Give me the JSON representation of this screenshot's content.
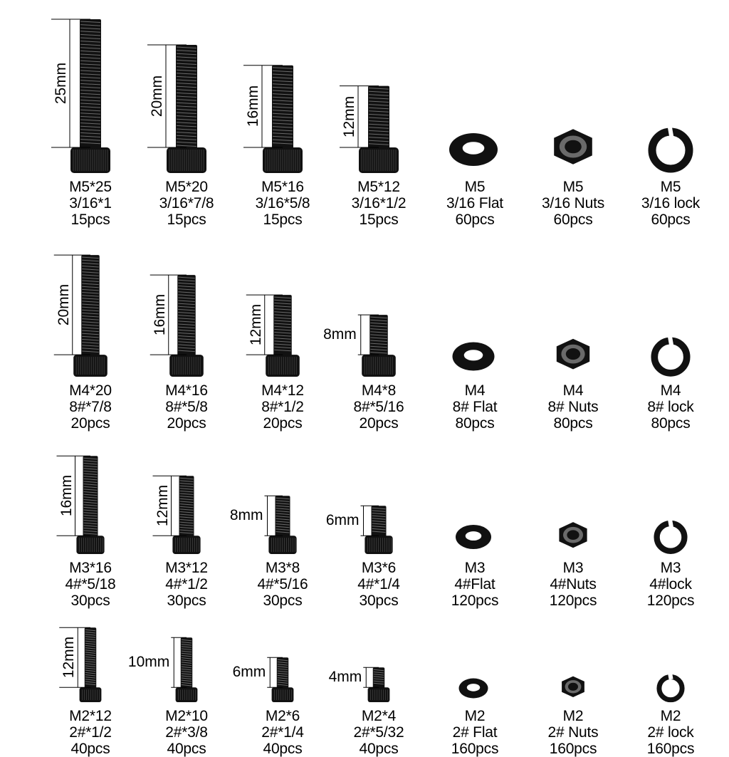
{
  "colors": {
    "hardware": "#111111",
    "shine": "#6a6a6a",
    "dimension_line": "#000000",
    "background": "#ffffff"
  },
  "rows": [
    {
      "items": [
        {
          "kind": "screw",
          "dim": "25mm",
          "metric": "M5*25",
          "imperial": "3/16*1",
          "qty": "15pcs"
        },
        {
          "kind": "screw",
          "dim": "20mm",
          "metric": "M5*20",
          "imperial": "3/16*7/8",
          "qty": "15pcs"
        },
        {
          "kind": "screw",
          "dim": "16mm",
          "metric": "M5*16",
          "imperial": "3/16*5/8",
          "qty": "15pcs"
        },
        {
          "kind": "screw",
          "dim": "12mm",
          "metric": "M5*12",
          "imperial": "3/16*1/2",
          "qty": "15pcs"
        },
        {
          "kind": "washer",
          "metric": "M5",
          "imperial": "3/16 Flat",
          "qty": "60pcs"
        },
        {
          "kind": "nut",
          "metric": "M5",
          "imperial": "3/16 Nuts",
          "qty": "60pcs"
        },
        {
          "kind": "lock",
          "metric": "M5",
          "imperial": "3/16 lock",
          "qty": "60pcs"
        }
      ]
    },
    {
      "items": [
        {
          "kind": "screw",
          "dim": "20mm",
          "metric": "M4*20",
          "imperial": "8#*7/8",
          "qty": "20pcs"
        },
        {
          "kind": "screw",
          "dim": "16mm",
          "metric": "M4*16",
          "imperial": "8#*5/8",
          "qty": "20pcs"
        },
        {
          "kind": "screw",
          "dim": "12mm",
          "metric": "M4*12",
          "imperial": "8#*1/2",
          "qty": "20pcs"
        },
        {
          "kind": "screw",
          "dim": "8mm",
          "metric": "M4*8",
          "imperial": "8#*5/16",
          "qty": "20pcs"
        },
        {
          "kind": "washer",
          "metric": "M4",
          "imperial": "8# Flat",
          "qty": "80pcs"
        },
        {
          "kind": "nut",
          "metric": "M4",
          "imperial": "8# Nuts",
          "qty": "80pcs"
        },
        {
          "kind": "lock",
          "metric": "M4",
          "imperial": "8# lock",
          "qty": "80pcs"
        }
      ]
    },
    {
      "items": [
        {
          "kind": "screw",
          "dim": "16mm",
          "metric": "M3*16",
          "imperial": "4#*5/18",
          "qty": "30pcs"
        },
        {
          "kind": "screw",
          "dim": "12mm",
          "metric": "M3*12",
          "imperial": "4#*1/2",
          "qty": "30pcs"
        },
        {
          "kind": "screw",
          "dim": "8mm",
          "metric": "M3*8",
          "imperial": "4#*5/16",
          "qty": "30pcs"
        },
        {
          "kind": "screw",
          "dim": "6mm",
          "metric": "M3*6",
          "imperial": "4#*1/4",
          "qty": "30pcs"
        },
        {
          "kind": "washer",
          "metric": "M3",
          "imperial": "4#Flat",
          "qty": "120pcs"
        },
        {
          "kind": "nut",
          "metric": "M3",
          "imperial": "4#Nuts",
          "qty": "120pcs"
        },
        {
          "kind": "lock",
          "metric": "M3",
          "imperial": "4#lock",
          "qty": "120pcs"
        }
      ]
    },
    {
      "items": [
        {
          "kind": "screw",
          "dim": "12mm",
          "metric": "M2*12",
          "imperial": "2#*1/2",
          "qty": "40pcs"
        },
        {
          "kind": "screw",
          "dim": "10mm",
          "metric": "M2*10",
          "imperial": "2#*3/8",
          "qty": "40pcs"
        },
        {
          "kind": "screw",
          "dim": "6mm",
          "metric": "M2*6",
          "imperial": "2#*1/4",
          "qty": "40pcs"
        },
        {
          "kind": "screw",
          "dim": "4mm",
          "metric": "M2*4",
          "imperial": "2#*5/32",
          "qty": "40pcs"
        },
        {
          "kind": "washer",
          "metric": "M2",
          "imperial": "2# Flat",
          "qty": "160pcs"
        },
        {
          "kind": "nut",
          "metric": "M2",
          "imperial": "2# Nuts",
          "qty": "160pcs"
        },
        {
          "kind": "lock",
          "metric": "M2",
          "imperial": "2# lock",
          "qty": "160pcs"
        }
      ]
    }
  ]
}
